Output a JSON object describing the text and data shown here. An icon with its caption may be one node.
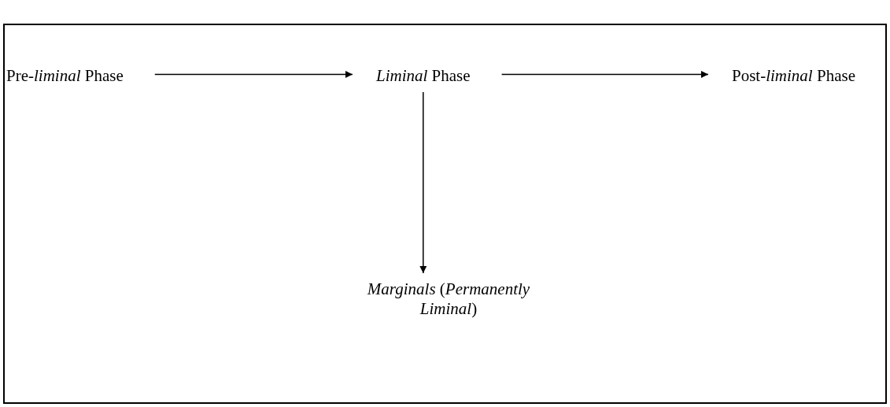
{
  "diagram": {
    "nodes": [
      {
        "text": [
          "Pre-*liminal* Phase"
        ]
      },
      {
        "text": [
          "*Liminal* Phase"
        ]
      },
      {
        "text": [
          "Post-*liminal* Phase"
        ]
      },
      {
        "text": [
          "*Marginals* (*Permanently Liminal*)"
        ]
      }
    ],
    "edges": [
      {
        "from": 0,
        "to": 1,
        "arrow": "to"
      },
      {
        "from": 1,
        "to": 2,
        "arrow": "to"
      },
      {
        "from": 1,
        "to": 3,
        "arrow": "to"
      }
    ]
  }
}
